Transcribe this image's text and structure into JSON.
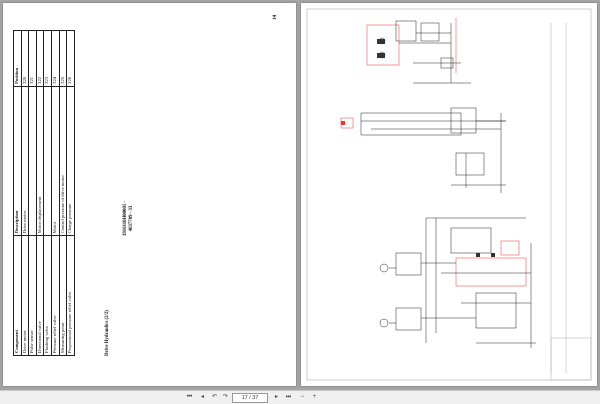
{
  "document": {
    "title_line1": "1916110H00005 -",
    "title_line2": "4637709 - 33",
    "page_number": "14",
    "section_heading": "Drive Hydraulics (2/2)",
    "table_headers": [
      "Component",
      "Description",
      "Position"
    ],
    "table_rows": [
      [
        "Drive motor",
        "Drive motor",
        "320"
      ],
      [
        "Pulse sensor",
        "",
        "321"
      ],
      [
        "Directional valve",
        "Motor displacement",
        "322"
      ],
      [
        "Flushing valve",
        "",
        "323"
      ],
      [
        "Pressure relief valve",
        "Motor",
        "324"
      ],
      [
        "Measuring point",
        "Control pressure of drive motor",
        "325"
      ],
      [
        "Proportional pressure relief valve",
        "Charge pressure",
        "326"
      ]
    ]
  },
  "toolbar": {
    "first_icon": "first-page-icon",
    "prev_icon": "prev-page-icon",
    "back_icon": "back-icon",
    "forward_icon": "forward-icon",
    "current_page": "17",
    "total_pages": "37",
    "page_display": "17 / 37",
    "next_icon": "next-page-icon",
    "last_icon": "last-page-icon",
    "zoom_out_icon": "zoom-out-icon",
    "zoom_in_icon": "zoom-in-icon"
  }
}
